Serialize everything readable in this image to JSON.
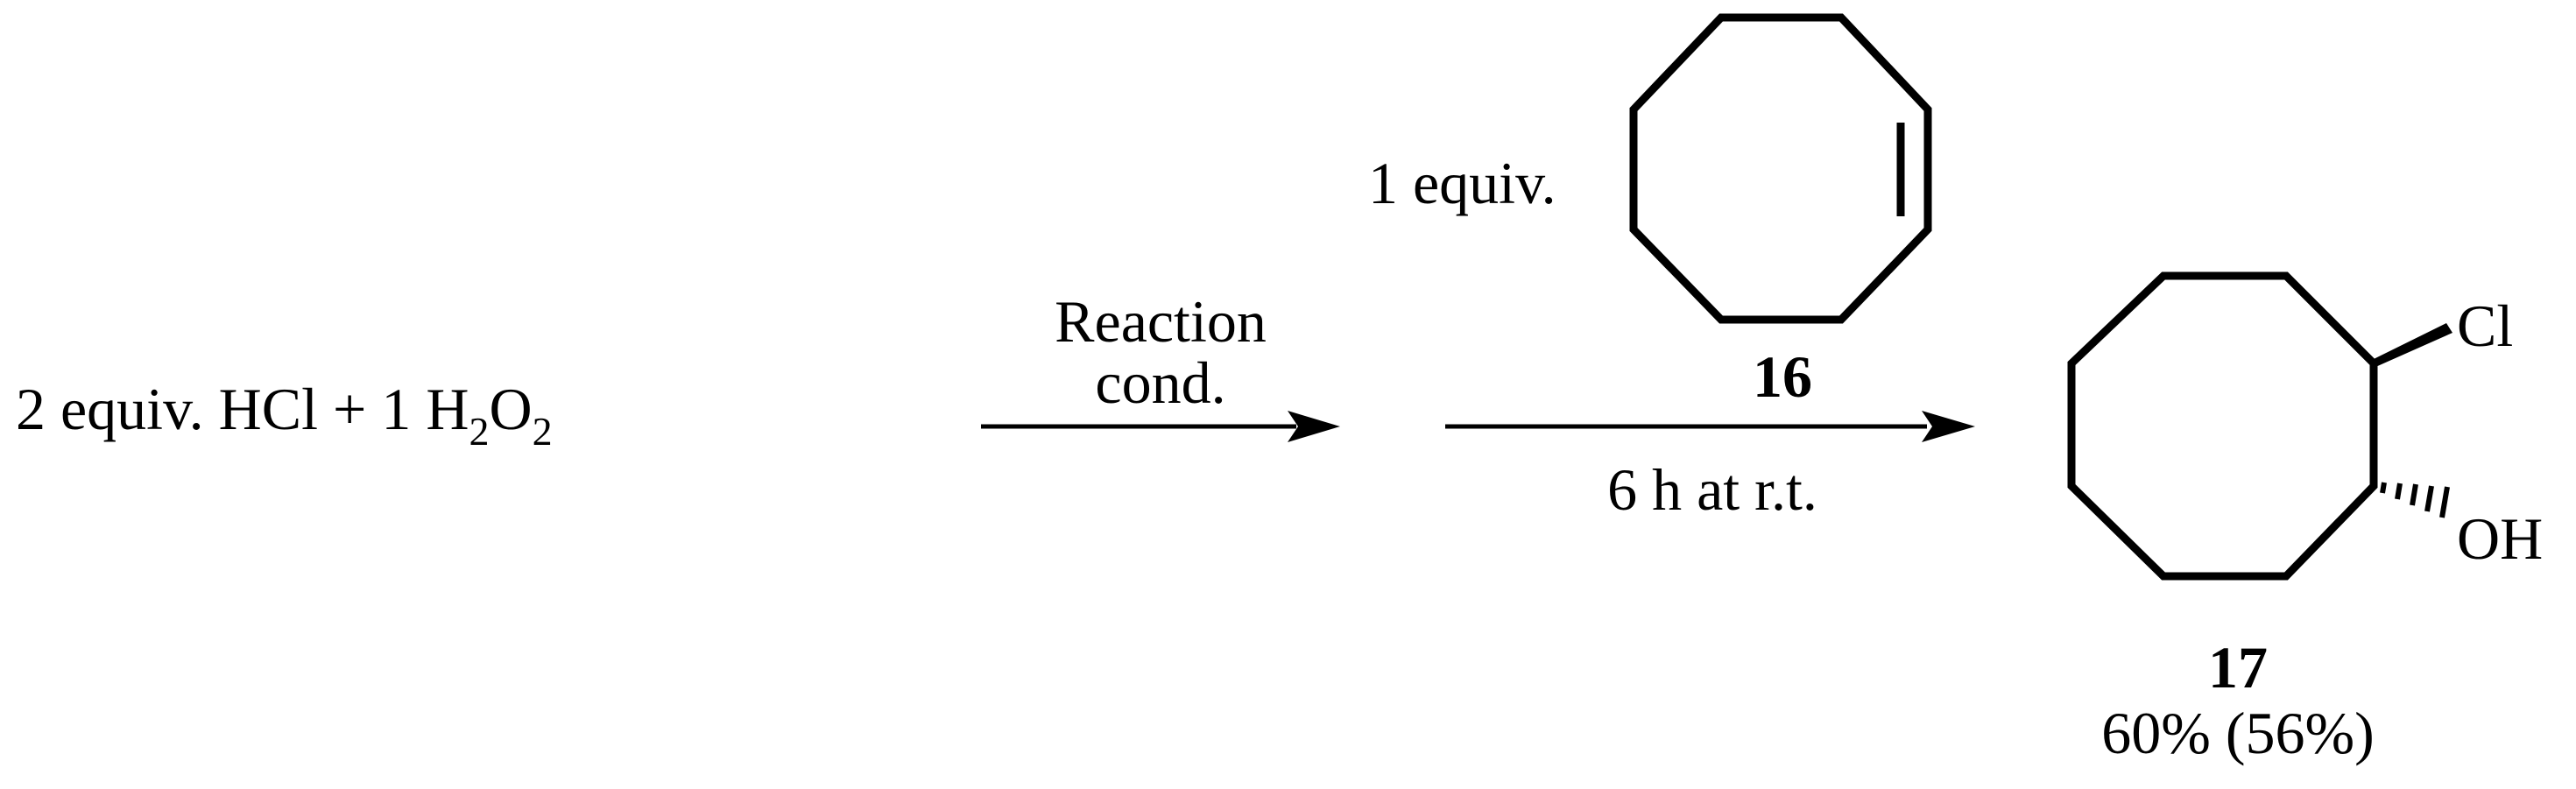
{
  "reactants": {
    "hcl_coeff": "2 equiv. HCl + 1 H",
    "h2o2_sub1": "2",
    "h2o2_O": "O",
    "h2o2_sub2": "2"
  },
  "arrow1": {
    "above_line1": "Reaction",
    "above_line2": "cond."
  },
  "arrow2": {
    "equiv_label": "1 equiv.",
    "compound_number": "16",
    "below_label": "6 h at r.t."
  },
  "product": {
    "cl_label": "Cl",
    "oh_label": "OH",
    "compound_number": "17",
    "yield": "60% (56%)"
  }
}
